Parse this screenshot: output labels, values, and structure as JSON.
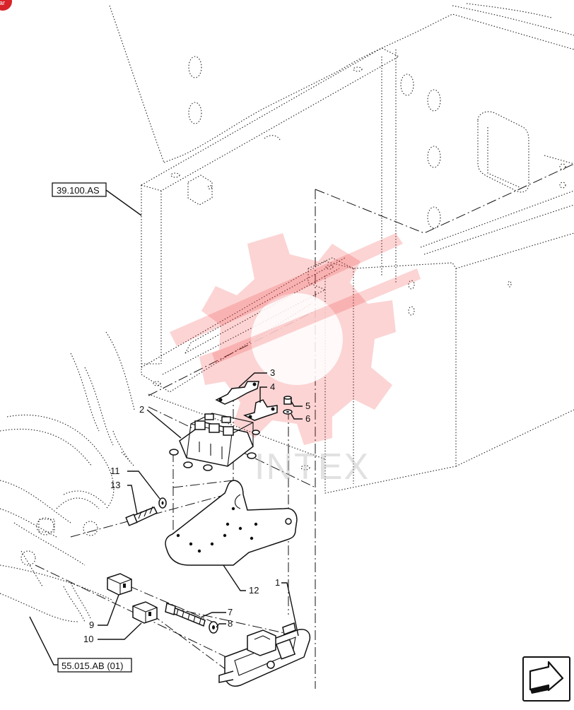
{
  "diagram": {
    "references": [
      {
        "id": "ref-frame",
        "text": "39.100.AS"
      },
      {
        "id": "ref-harness",
        "text": "55.015.AB (01)"
      }
    ],
    "callouts": [
      "1",
      "2",
      "3",
      "4",
      "5",
      "6",
      "7",
      "8",
      "9",
      "10",
      "11",
      "12",
      "13"
    ],
    "watermark_text": "INTEX",
    "nav_icon": "next-page-arrow-icon",
    "corner_icon": "page-tag-icon",
    "accent_color": "#d8232a",
    "watermark_color": "#f03a3a"
  }
}
